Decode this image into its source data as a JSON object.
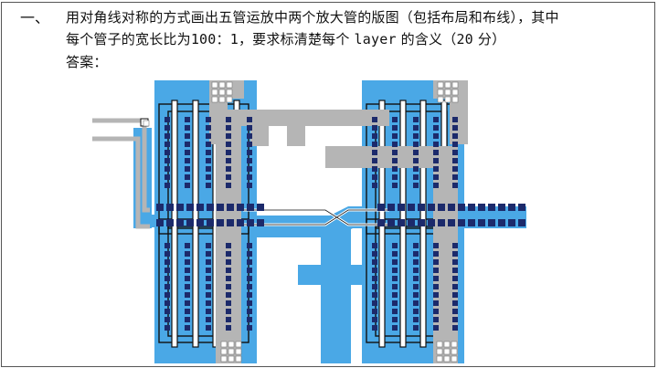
{
  "question": {
    "number": "一、",
    "line1": "用对角线对称的方式画出五管运放中两个放大管的版图（包括布局和布线），其中",
    "line2a": "每个管子的宽长比为",
    "ratio": "100：1",
    "line2b": "，要求标清楚每个",
    "layer_word": "layer",
    "line2c": "的含义（",
    "score": "20",
    "line2d": "分）",
    "answer_label": "答案："
  },
  "figure": {
    "colors": {
      "metal": "#4aa8e6",
      "poly": "#b5b5b5",
      "contact": "#1c2a6b",
      "contact_light": "#ffffff",
      "outline": "#111111"
    }
  }
}
